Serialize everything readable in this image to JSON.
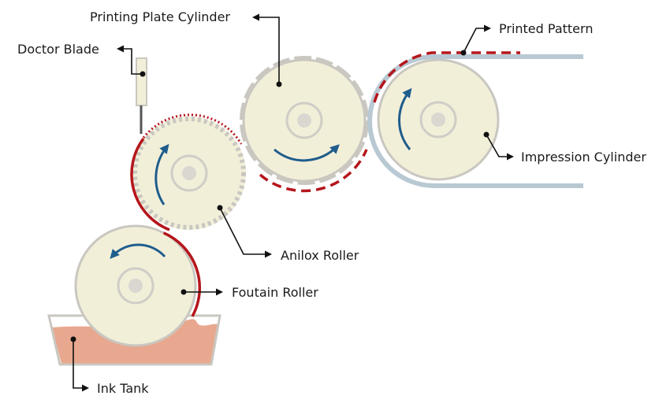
{
  "labels": {
    "printing_plate_cylinder": "Printing Plate Cylinder",
    "doctor_blade": "Doctor Blade",
    "printed_pattern": "Printed Pattern",
    "impression_cylinder": "Impression Cylinder",
    "anilox_roller": "Anilox Roller",
    "fountain_roller": "Foutain Roller",
    "ink_tank": "Ink Tank"
  },
  "colors": {
    "ink_red": "#b5161b",
    "arrow_blue": "#1f5d8c",
    "ink_liquid": "#e8a88f",
    "web_gray": "#b9c9d3"
  }
}
